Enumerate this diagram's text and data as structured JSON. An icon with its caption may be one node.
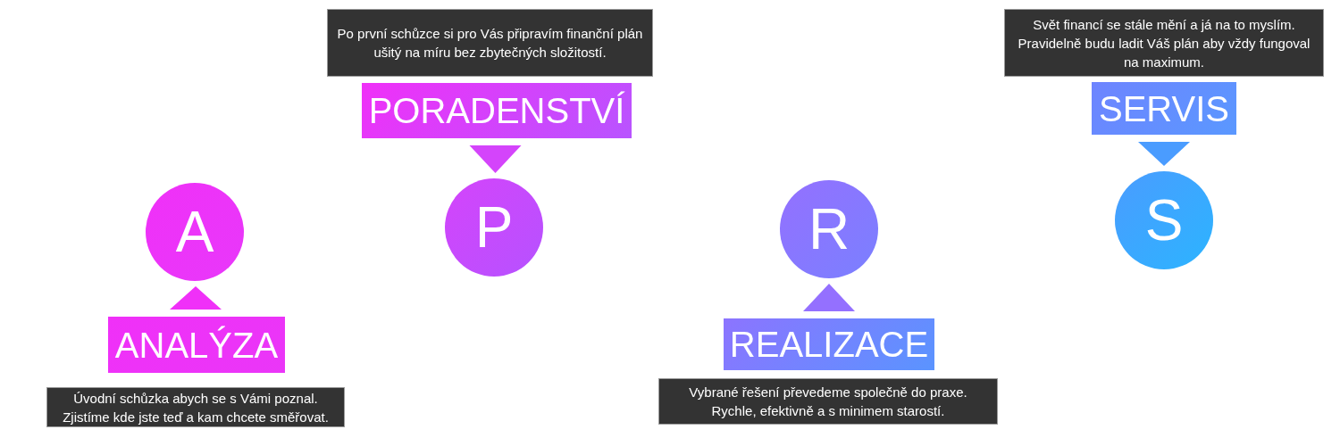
{
  "diagram": {
    "nodes": [
      {
        "text": [
          "A"
        ]
      },
      {
        "text": [
          "ANALÝZA"
        ]
      },
      {
        "text": [
          "Úvodní schůzka abych se s Vámi poznal. Zjistíme kde jste teď a kam chcete směřovat."
        ]
      },
      {
        "text": [
          "Po první schůzce si pro Vás připravím finanční plán ušitý na míru bez zbytečných složitostí."
        ]
      },
      {
        "text": [
          "PORADENSTVÍ"
        ]
      },
      {
        "text": [
          "P"
        ]
      },
      {
        "text": [
          "R"
        ]
      },
      {
        "text": [
          "REALIZACE"
        ]
      },
      {
        "text": [
          "Vybrané řešení převedeme společně do praxe. Rychle, efektivně a s minimem starostí."
        ]
      },
      {
        "text": [
          "Svět financí se stále mění a já na to myslím. Pravidelně budu ladit Váš plán aby vždy fungoval na maximum."
        ]
      },
      {
        "text": [
          "SERVIS"
        ]
      },
      {
        "text": [
          "S"
        ]
      }
    ],
    "edges": [
      {
        "from": 1,
        "to": 0,
        "arrow": "to"
      },
      {
        "from": 4,
        "to": 5,
        "arrow": "to"
      },
      {
        "from": 7,
        "to": 6,
        "arrow": "to"
      },
      {
        "from": 10,
        "to": 11,
        "arrow": "to"
      }
    ]
  }
}
